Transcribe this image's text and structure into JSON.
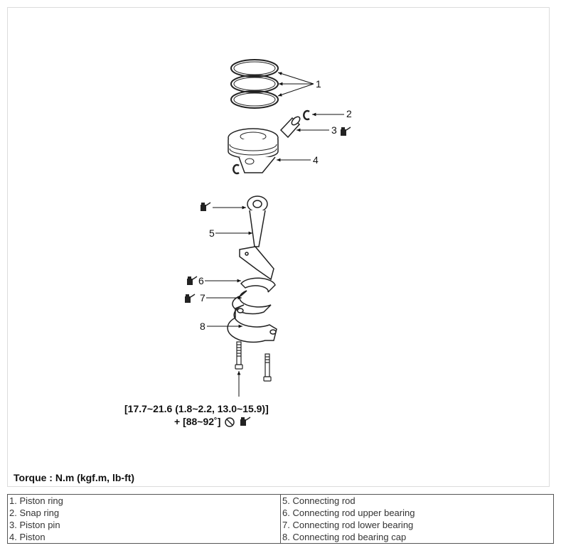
{
  "figure": {
    "callouts": [
      "1",
      "2",
      "3",
      "4",
      "5",
      "6",
      "7",
      "8"
    ],
    "torque_spec_line1": "[17.7~21.6 (1.8~2.2, 13.0~15.9)]",
    "torque_spec_line2": "+ [88~92˚]",
    "torque_note": "Torque : N.m (kgf.m, lb-ft)",
    "icons": [
      "oil-can-icon",
      "no-reuse-icon"
    ]
  },
  "legend": {
    "left": [
      "1. Piston ring",
      "2. Snap ring",
      "3. Piston pin",
      "4. Piston"
    ],
    "right": [
      "5. Connecting rod",
      "6. Connecting rod upper bearing",
      "7. Connecting rod lower bearing",
      "8. Connecting rod bearing cap"
    ]
  }
}
